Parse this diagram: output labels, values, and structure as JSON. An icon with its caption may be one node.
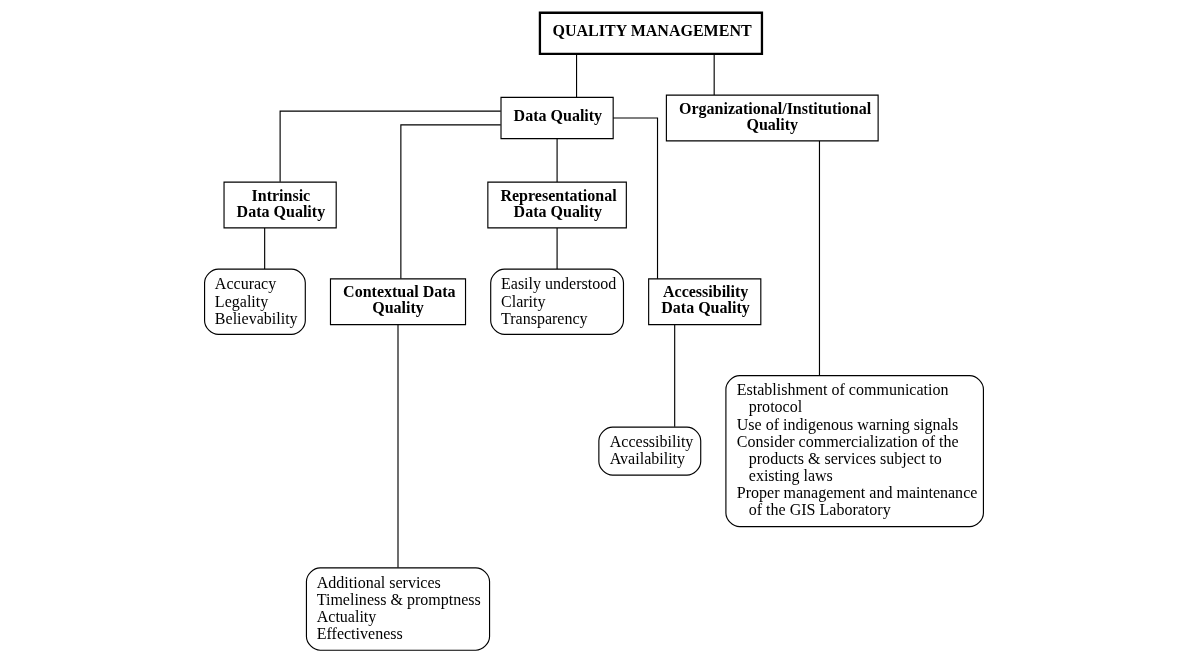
{
  "diagram": {
    "nodes": [
      {
        "text": [
          "QUALITY MANAGEMENT"
        ]
      },
      {
        "text": [
          "Data Quality"
        ]
      },
      {
        "text": [
          "Organizational/Institutional Quality"
        ]
      },
      {
        "text": [
          "Intrinsic Data Quality"
        ]
      },
      {
        "text": [
          "Contextual Data Quality"
        ]
      },
      {
        "text": [
          "Representational Data Quality"
        ]
      },
      {
        "text": [
          "Accessibility Data Quality"
        ]
      },
      {
        "text": [
          "Accuracy",
          "Legality",
          "Believability"
        ]
      },
      {
        "text": [
          "Additional services",
          "Timeliness & promptness",
          "Actuality",
          "Effectiveness"
        ]
      },
      {
        "text": [
          "Easily understood",
          "Clarity",
          "Transparency"
        ]
      },
      {
        "text": [
          "Accessibility",
          "Availability"
        ]
      },
      {
        "text": [
          "Establishment of communication protocol",
          "Use of indigenous warning signals",
          "Consider commercialization of the products & services subject to existing laws",
          "Proper management and maintenance of the GIS Laboratory"
        ]
      }
    ],
    "edges": [
      {
        "from": 0,
        "to": 1,
        "arrow": "none"
      },
      {
        "from": 0,
        "to": 2,
        "arrow": "none"
      },
      {
        "from": 1,
        "to": 3,
        "arrow": "none"
      },
      {
        "from": 1,
        "to": 4,
        "arrow": "none"
      },
      {
        "from": 1,
        "to": 5,
        "arrow": "none"
      },
      {
        "from": 1,
        "to": 6,
        "arrow": "none"
      },
      {
        "from": 3,
        "to": 7,
        "arrow": "none"
      },
      {
        "from": 4,
        "to": 8,
        "arrow": "none"
      },
      {
        "from": 5,
        "to": 9,
        "arrow": "none"
      },
      {
        "from": 6,
        "to": 10,
        "arrow": "none"
      },
      {
        "from": 2,
        "to": 11,
        "arrow": "none"
      }
    ]
  }
}
